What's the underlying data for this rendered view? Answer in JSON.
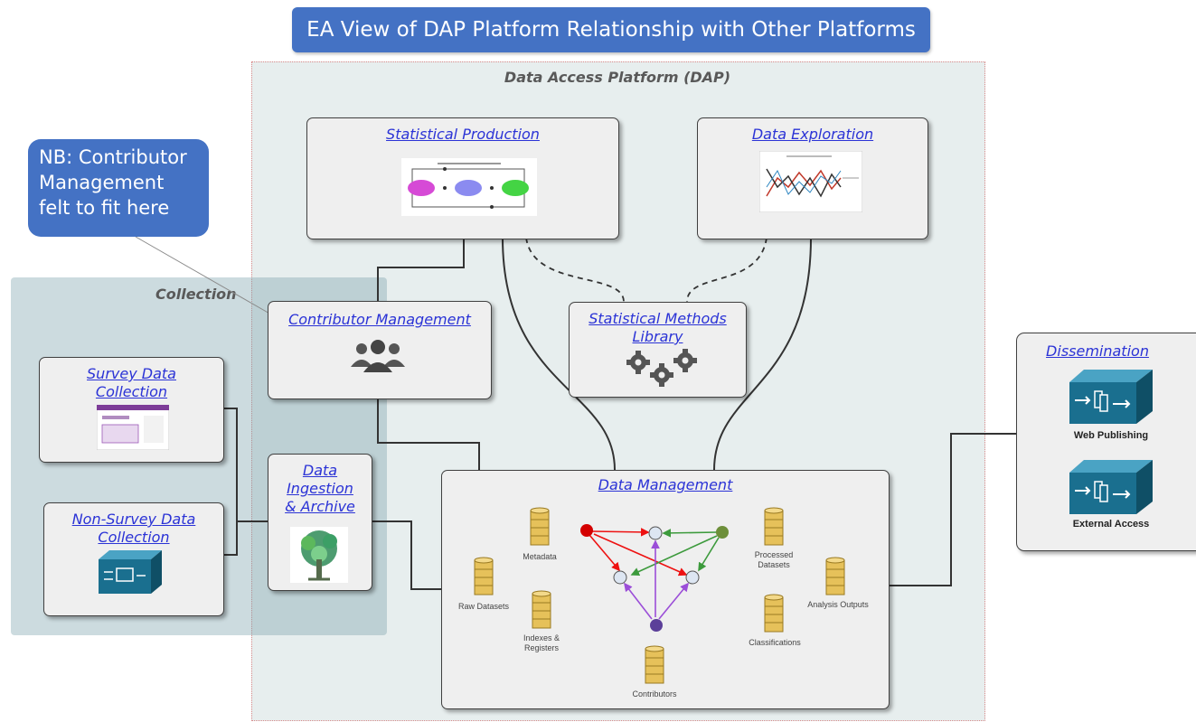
{
  "title": "EA View of DAP Platform Relationship with Other Platforms",
  "dap_label": "Data Access Platform (DAP)",
  "collection_label": "Collection",
  "callout": {
    "line1": "NB: Contributor",
    "line2": "Management",
    "line3": "felt to fit here"
  },
  "boxes": {
    "statistical_production": "Statistical Production",
    "data_exploration": "Data Exploration",
    "contributor_management": "Contributor Management",
    "statistical_methods_line1": "Statistical Methods",
    "statistical_methods_line2": "Library",
    "survey_line1": "Survey Data",
    "survey_line2": "Collection",
    "non_survey_line1": "Non-Survey Data",
    "non_survey_line2": "Collection",
    "ingestion_line1": "Data",
    "ingestion_line2": "Ingestion",
    "ingestion_line3": "& Archive",
    "data_management": "Data Management",
    "dissemination": "Dissemination"
  },
  "data_stores": {
    "metadata": "Metadata",
    "raw_datasets": "Raw Datasets",
    "indexes_line1": "Indexes &",
    "indexes_line2": "Registers",
    "contributors": "Contributors",
    "processed_line1": "Processed",
    "processed_line2": "Datasets",
    "classifications": "Classifications",
    "analysis_outputs": "Analysis Outputs"
  },
  "dissemination_items": {
    "web_publishing": "Web Publishing",
    "external_access": "External Access"
  },
  "colors": {
    "banner": "#4472c4",
    "link_text": "#2b33d6",
    "appliance": "#1a6f8f",
    "db_gold": "#e6c15a"
  }
}
